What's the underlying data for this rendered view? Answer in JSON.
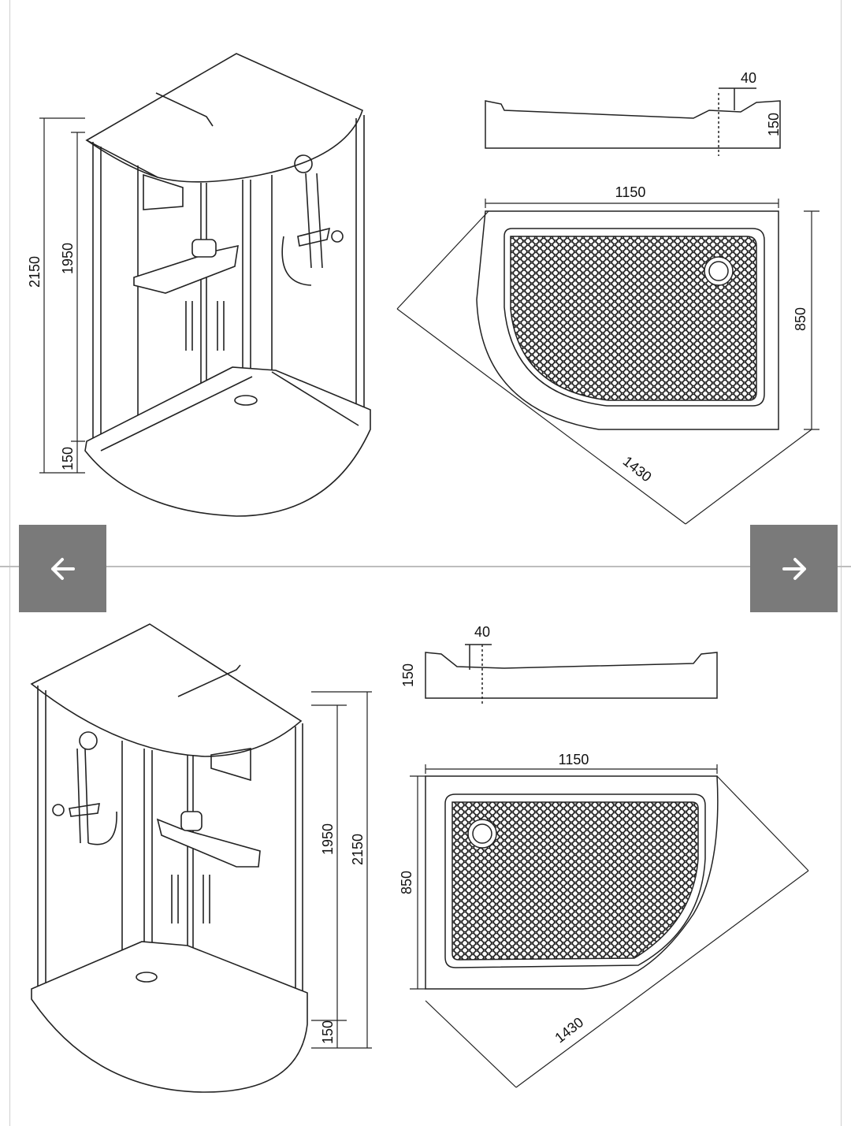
{
  "nav": {
    "prev_icon": "arrow-left-icon",
    "next_icon": "arrow-right-icon",
    "button_color": "#7a7a7a"
  },
  "top_drawing": {
    "cabin_height": "2150",
    "door_height": "1950",
    "base_height": "150",
    "lip_width": "40",
    "tray_height": "150",
    "tray_width": "1150",
    "tray_depth": "850",
    "diagonal": "1430"
  },
  "bottom_drawing": {
    "cabin_height": "2150",
    "door_height": "1950",
    "base_height": "150",
    "lip_width": "40",
    "tray_height": "150",
    "tray_width": "1150",
    "tray_depth": "850",
    "diagonal": "1430"
  }
}
